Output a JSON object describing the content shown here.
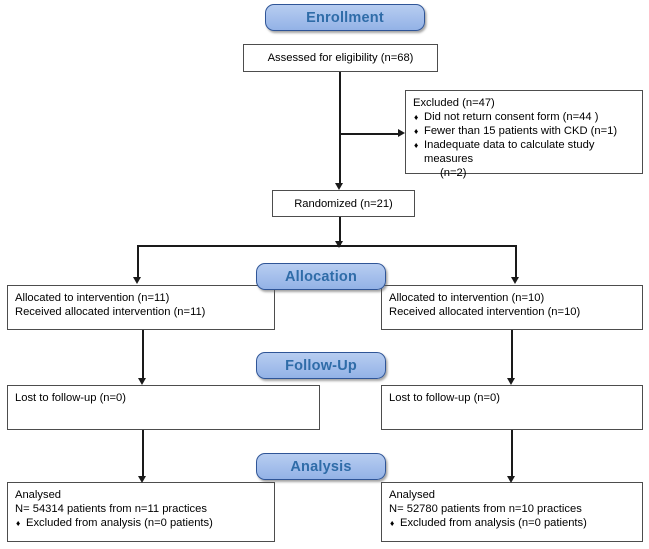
{
  "diagram": {
    "type": "consort-flow-diagram",
    "stages": [
      {
        "label": "Enrollment"
      },
      {
        "label": "Allocation"
      },
      {
        "label": "Follow-Up"
      },
      {
        "label": "Analysis"
      }
    ],
    "enrollment": {
      "assessed": "Assessed for eligibility (n=68)",
      "excluded": {
        "title": "Excluded (n=47)",
        "reasons": [
          "Did not return consent form (n=44  )",
          "Fewer than 15 patients with CKD (n=1)",
          "Inadequate data to calculate study measures"
        ],
        "reason3_continuation": "(n=2)"
      },
      "randomized": "Randomized (n=21)"
    },
    "allocation": {
      "left": {
        "line1": "Allocated to intervention (n=11)",
        "line2": "Received allocated intervention (n=11)"
      },
      "right": {
        "line1": "Allocated to intervention (n=10)",
        "line2": "Received allocated intervention (n=10)"
      }
    },
    "followup": {
      "left": {
        "line1": "Lost to follow-up (n=0)"
      },
      "right": {
        "line1": "Lost to follow-up (n=0)"
      }
    },
    "analysis": {
      "left": {
        "line1": "Analysed",
        "line2": "N= 54314 patients from n=11 practices",
        "bullet1": "Excluded from analysis (n=0 patients)"
      },
      "right": {
        "line1": "Analysed",
        "line2": "N= 52780 patients from n=10 practices",
        "bullet1": "Excluded from analysis (n=0 patients)"
      }
    },
    "colors": {
      "stage_fill": "#a6c0ec",
      "stage_border": "#2f5597",
      "stage_text": "#2f6ca8",
      "box_border": "#4d4d4d",
      "connector": "#1a1a1a",
      "background": "#ffffff"
    }
  }
}
